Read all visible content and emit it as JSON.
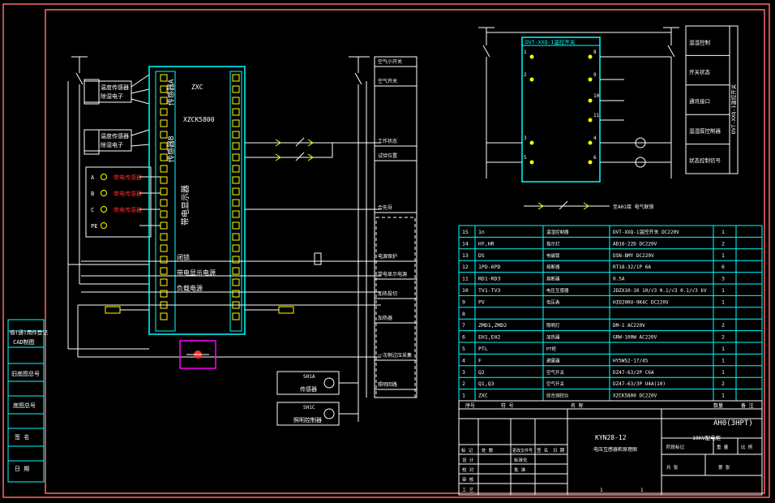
{
  "colors": {
    "background": "#000000",
    "frame": "#ff6b6b",
    "cyan": "#00ffff",
    "white": "#ffffff",
    "yellow": "#ffff00",
    "red": "#ff3030",
    "magenta": "#ff00ff",
    "green": "#00ff66"
  },
  "left_strip": [
    "借(通)用件登记",
    "CAD制图",
    "旧底图总号",
    "底图总号",
    "签 名",
    "日 期"
  ],
  "controller": {
    "id": "ZXC",
    "model": "XZCK5800",
    "sections": [
      "传感器A",
      "传感器B",
      "带电显示器"
    ],
    "ac_rows": [
      "闭锁",
      "带电显示电源",
      "负载电源"
    ]
  },
  "sensors": [
    {
      "name": "温度传感器",
      "sub": "除湿电子"
    },
    {
      "name": "温度传感器",
      "sub": "除湿电子"
    }
  ],
  "phases": [
    {
      "label": "A",
      "text": "带电传感器"
    },
    {
      "label": "B",
      "text": "带电传感器"
    },
    {
      "label": "C",
      "text": "带电传感器"
    },
    {
      "label": "PE",
      "text": ""
    }
  ],
  "right_column_labels": [
    "空气小开关",
    "空气开关",
    "工作状态",
    "试验位置",
    "合先导",
    "电源保护",
    "带电显示电源",
    "加热投切",
    "加热器",
    "一次侧过压采集",
    "照明回路"
  ],
  "lower_devices": [
    {
      "id": "SH1A",
      "text": "传感器"
    },
    {
      "id": "SH1C",
      "text": "照明控制器"
    }
  ],
  "top_box": {
    "title": "DVT-XXQ-1温控开关",
    "terminals": [
      "1",
      "2",
      "8",
      "9",
      "10",
      "11",
      "3",
      "4",
      "5",
      "6"
    ]
  },
  "right_small_table": [
    "温湿控制",
    "开关状态",
    "通讯接口",
    "温湿度控制器",
    "状态控制信号"
  ],
  "right_small_table_title": "DVT-XXQ-1温控开关",
  "jumper_note": "至AH1接 电气联锁",
  "bom": [
    {
      "no": "15",
      "code": "1n",
      "name": "温湿控制器",
      "spec": "DVT-XXQ-1温控开关 DC220V",
      "qty": "1"
    },
    {
      "no": "14",
      "code": "HY,HR",
      "name": "指示灯",
      "spec": "AD16-22D DC220V",
      "qty": "2"
    },
    {
      "no": "13",
      "code": "DS",
      "name": "电磁锁",
      "spec": "DSN-BMY DC220V",
      "qty": "1"
    },
    {
      "no": "12",
      "code": "1PD-6PD",
      "name": "熔断器",
      "spec": "RT18-32/1P 6A",
      "qty": "6"
    },
    {
      "no": "11",
      "code": "RD1-RD3",
      "name": "熔断器",
      "spec": "0.5A",
      "qty": "3"
    },
    {
      "no": "10",
      "code": "TV1-TV3",
      "name": "电压互感器",
      "spec": "JDZX10-10 10/√3 0.1/√3 0.1/√3 kV",
      "qty": "1"
    },
    {
      "no": "9",
      "code": "PV",
      "name": "电压表",
      "spec": "HID200U-9K4C DC220V",
      "qty": "1"
    },
    {
      "no": "8",
      "code": "",
      "name": "",
      "spec": "",
      "qty": ""
    },
    {
      "no": "7",
      "code": "ZMD1,ZMD2",
      "name": "照明灯",
      "spec": "DM-1 AC220V",
      "qty": "2"
    },
    {
      "no": "6",
      "code": "EH1,EH2",
      "name": "加热器",
      "spec": "GRW-100W AC220V",
      "qty": "2"
    },
    {
      "no": "5",
      "code": "PTL",
      "name": "PT柜",
      "spec": "",
      "qty": "1"
    },
    {
      "no": "4",
      "code": "F",
      "name": "避雷器",
      "spec": "HY5WS2-17/45",
      "qty": "1"
    },
    {
      "no": "3",
      "code": "Q2",
      "name": "空气开关",
      "spec": "DZ47-63/2P C6A",
      "qty": "1"
    },
    {
      "no": "2",
      "code": "Q1,Q3",
      "name": "空气开关",
      "spec": "DZ47-63/3P U4A(10)",
      "qty": "2"
    },
    {
      "no": "1",
      "code": "ZXC",
      "name": "综合测控仪",
      "spec": "XZCK5800 DC220V",
      "qty": "1"
    }
  ],
  "bom_header": {
    "no": "序号",
    "code": "符 号",
    "name": "名 称",
    "spec": "",
    "qty": "数量",
    "note": "备 注"
  },
  "title_block": {
    "drawing_no": "AH0(3HPT)",
    "cabinet": "KYN28-12",
    "voltage": "10KV配电柜",
    "drawing_name": "电压互感器柜原理图",
    "labels": [
      "标 记",
      "处 数",
      "更改文件号",
      "签 名",
      "日 期",
      "设 计",
      "校 对",
      "审 核",
      "工 艺",
      "标准化",
      "批 准",
      "阶段标记",
      "重 量",
      "比 例",
      "共 张",
      "第 张"
    ],
    "sheet_left": "1",
    "sheet_right": "1"
  }
}
